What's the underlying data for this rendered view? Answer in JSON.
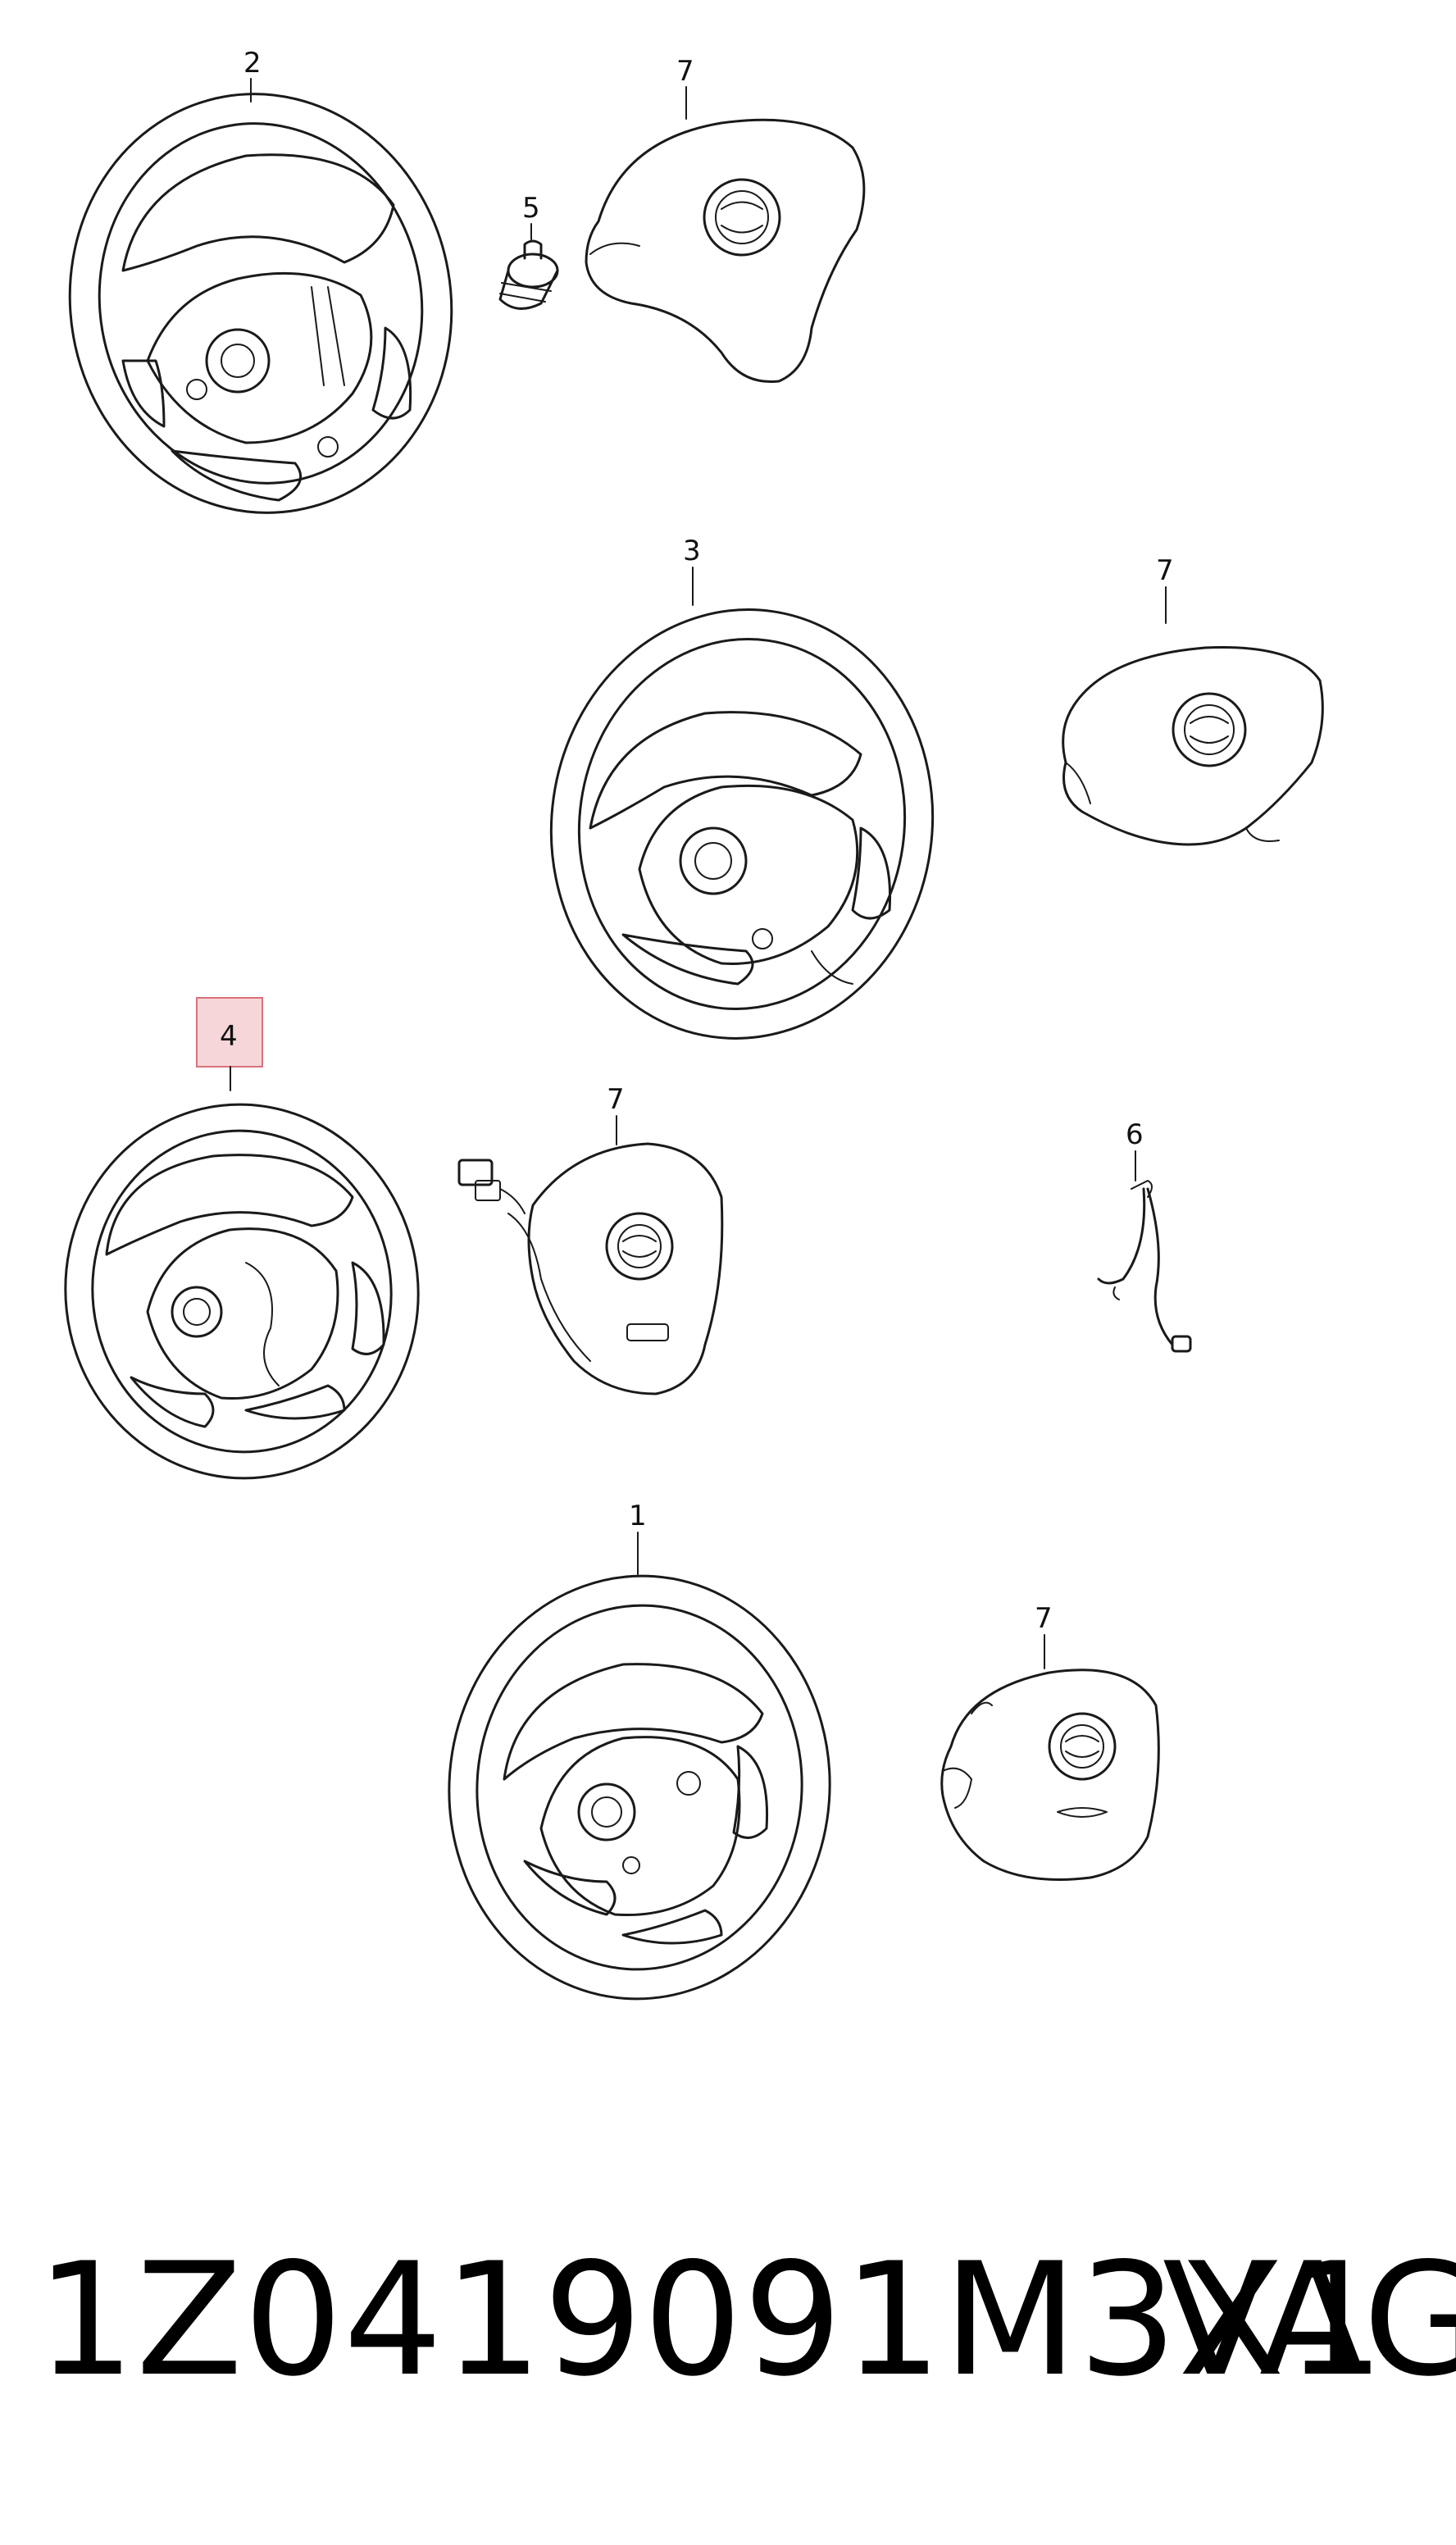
{
  "callouts": {
    "wheel_top_left": "2",
    "bolt": "5",
    "airbag_top": "7",
    "wheel_middle": "3",
    "airbag_middle": "7",
    "wheel_highlighted": "4",
    "airbag_lower": "7",
    "harness": "6",
    "wheel_bottom": "1",
    "airbag_bottom": "7"
  },
  "footer": {
    "part_number": "1Z0419091M3X1",
    "brand": "VAG"
  },
  "colors": {
    "line": "#1a1a1a",
    "highlight_fill": "#f6d6d9",
    "highlight_stroke": "#d9727c"
  }
}
